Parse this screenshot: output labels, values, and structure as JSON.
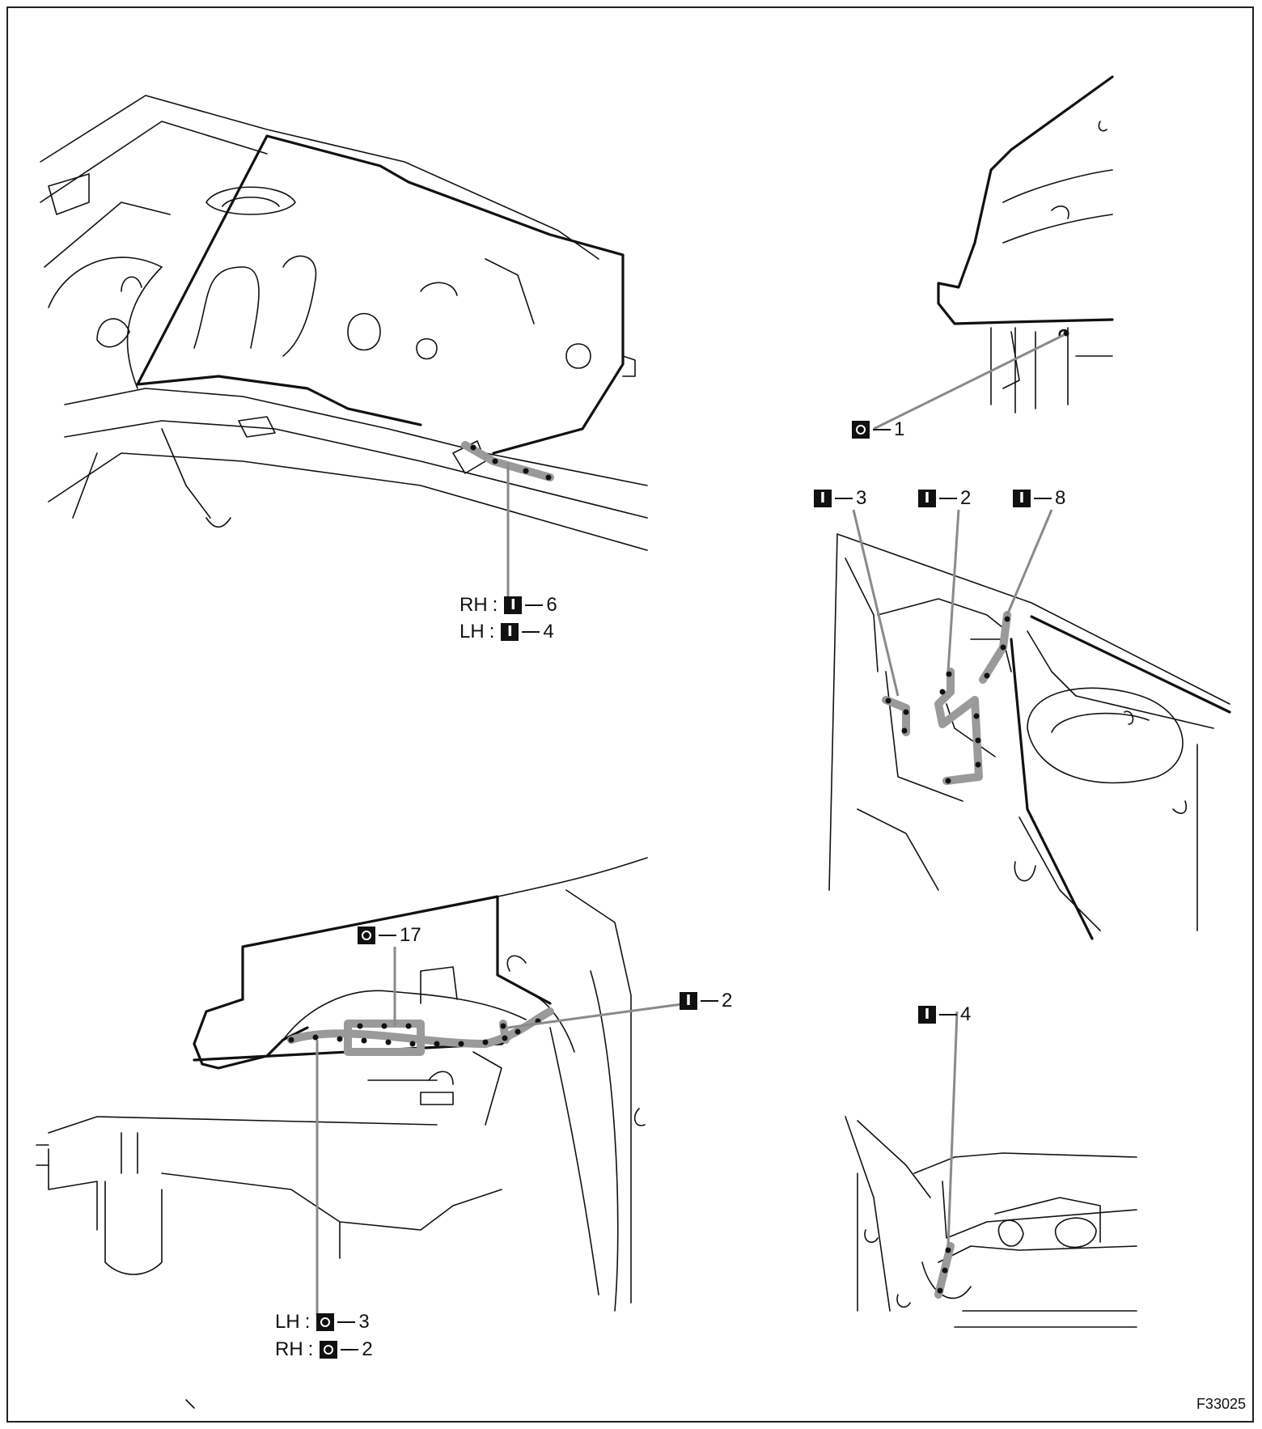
{
  "figure_code": "F33025",
  "callouts": {
    "topleft_rh": {
      "side": "RH",
      "type": "I",
      "num": "6"
    },
    "topleft_lh": {
      "side": "LH",
      "type": "I",
      "num": "4"
    },
    "topright": {
      "type": "O",
      "num": "1"
    },
    "mid_a": {
      "type": "I",
      "num": "3"
    },
    "mid_b": {
      "type": "I",
      "num": "2"
    },
    "mid_c": {
      "type": "I",
      "num": "8"
    },
    "bottomleft_top": {
      "type": "O",
      "num": "17"
    },
    "bottomleft_right": {
      "type": "I",
      "num": "2"
    },
    "bottomleft_lh": {
      "side": "LH",
      "type": "O",
      "num": "3"
    },
    "bottomleft_rh": {
      "side": "RH",
      "type": "O",
      "num": "2"
    },
    "bottomright": {
      "type": "I",
      "num": "4"
    }
  },
  "colors": {
    "line": "#111111",
    "highlight": "#9a9a9a",
    "leader": "#8a8a8a"
  }
}
